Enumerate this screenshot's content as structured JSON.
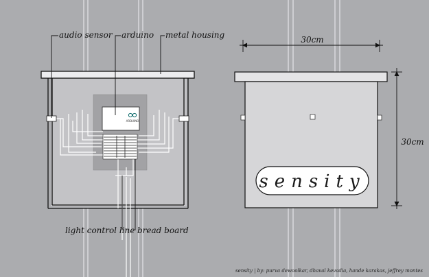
{
  "labels": {
    "audio_sensor": "audio sensor",
    "arduino": "arduino",
    "metal_housing": "metal housing",
    "light_control_line": "light control line",
    "bread_board": "bread board"
  },
  "dimensions": {
    "width": "30cm",
    "height": "30cm"
  },
  "logo_text": "sensity",
  "credits": "sensity | by: purva dewoolkar, dhaval kevadia, hande karakas, jeffrey montes",
  "arduino_brand": "ARDUINO",
  "colors": {
    "background": "#abacaf",
    "housing_fill": "#d6d6d8",
    "wire": "#ffffff",
    "line": "#111111"
  }
}
